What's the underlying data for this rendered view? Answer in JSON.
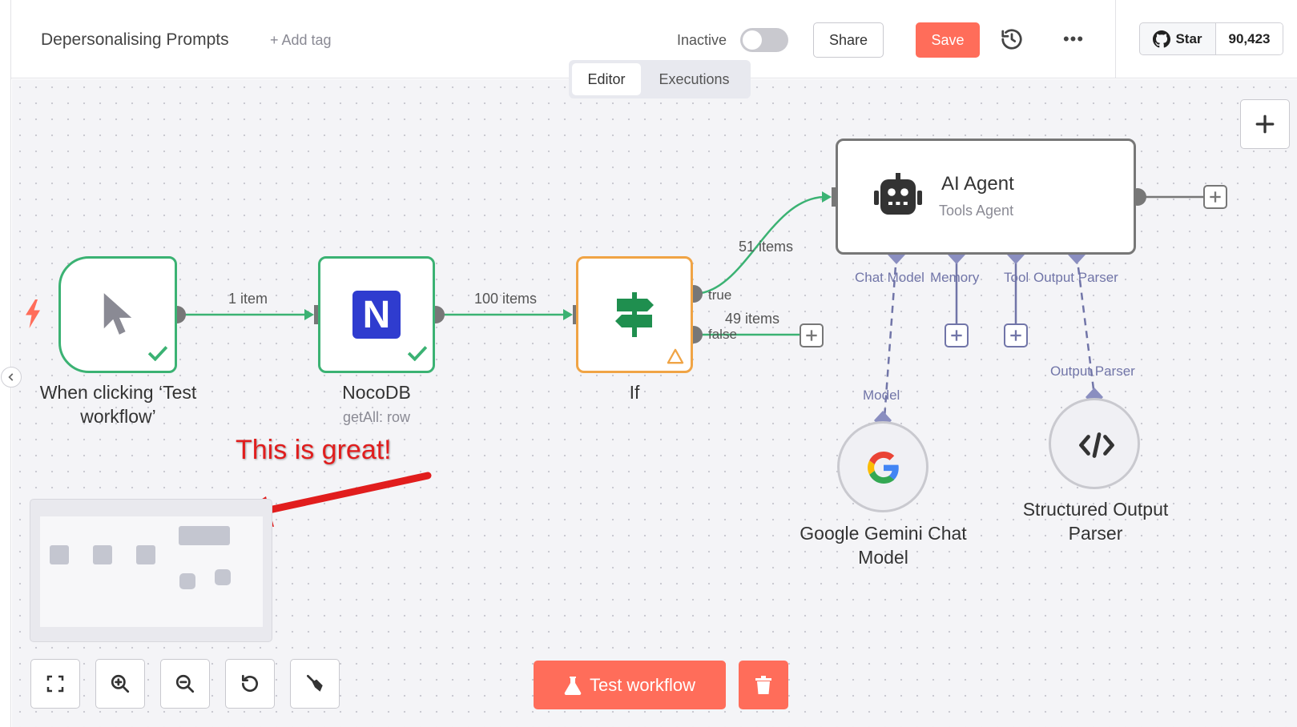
{
  "header": {
    "workflow_title": "Depersonalising Prompts",
    "add_tag": "+ Add tag",
    "status_label": "Inactive",
    "share_label": "Share",
    "save_label": "Save",
    "more_label": "•••",
    "github_star_label": "Star",
    "github_star_count": "90,423"
  },
  "tabs": [
    {
      "label": "Editor",
      "active": true
    },
    {
      "label": "Executions",
      "active": false
    }
  ],
  "nodes": {
    "trigger": {
      "name": "When clicking ‘Test workflow’"
    },
    "nocodb": {
      "name": "NocoDB",
      "subtitle": "getAll: row",
      "icon_letter": "N"
    },
    "if": {
      "name": "If"
    },
    "agent": {
      "name": "AI Agent",
      "subtitle": "Tools Agent"
    },
    "gemini": {
      "name": "Google Gemini Chat Model"
    },
    "parser": {
      "name": "Structured Output Parser"
    }
  },
  "connections": {
    "trigger_to_nocodb": "1 item",
    "nocodb_to_if": "100 items",
    "if_true_items": "51 items",
    "if_false_items": "49 items",
    "true_label": "true",
    "false_label": "false"
  },
  "agent_ports": {
    "chat_model": "Chat Model",
    "memory": "Memory",
    "tool": "Tool",
    "output_parser": "Output Parser"
  },
  "sub_ports": {
    "model": "Model",
    "output_parser": "Output Parser"
  },
  "annotation": "This is great!",
  "footer": {
    "test_workflow_label": "Test workflow"
  },
  "colors": {
    "accent": "#ff6d5a",
    "success": "#3bb273",
    "warning": "#f0a445",
    "port": "#7175a8"
  }
}
